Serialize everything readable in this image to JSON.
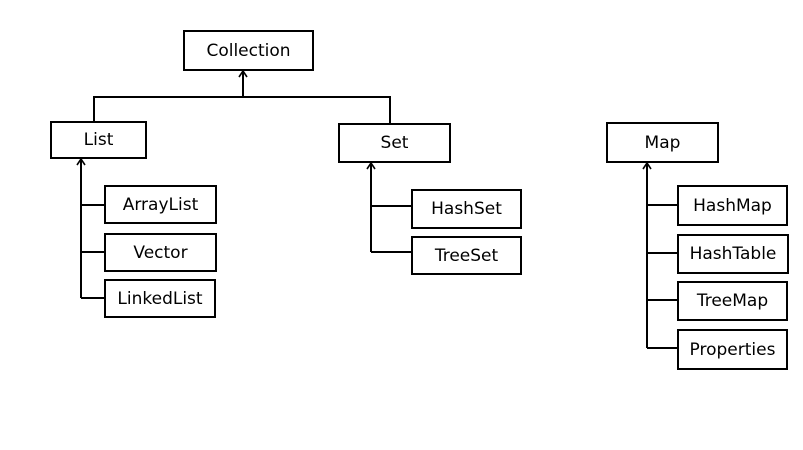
{
  "diagram": {
    "root": {
      "label": "Collection"
    },
    "groups": {
      "list": {
        "label": "List",
        "children": [
          "ArrayList",
          "Vector",
          "LinkedList"
        ]
      },
      "set": {
        "label": "Set",
        "children": [
          "HashSet",
          "TreeSet"
        ]
      },
      "map": {
        "label": "Map",
        "children": [
          "HashMap",
          "HashTable",
          "TreeMap",
          "Properties"
        ]
      }
    }
  }
}
